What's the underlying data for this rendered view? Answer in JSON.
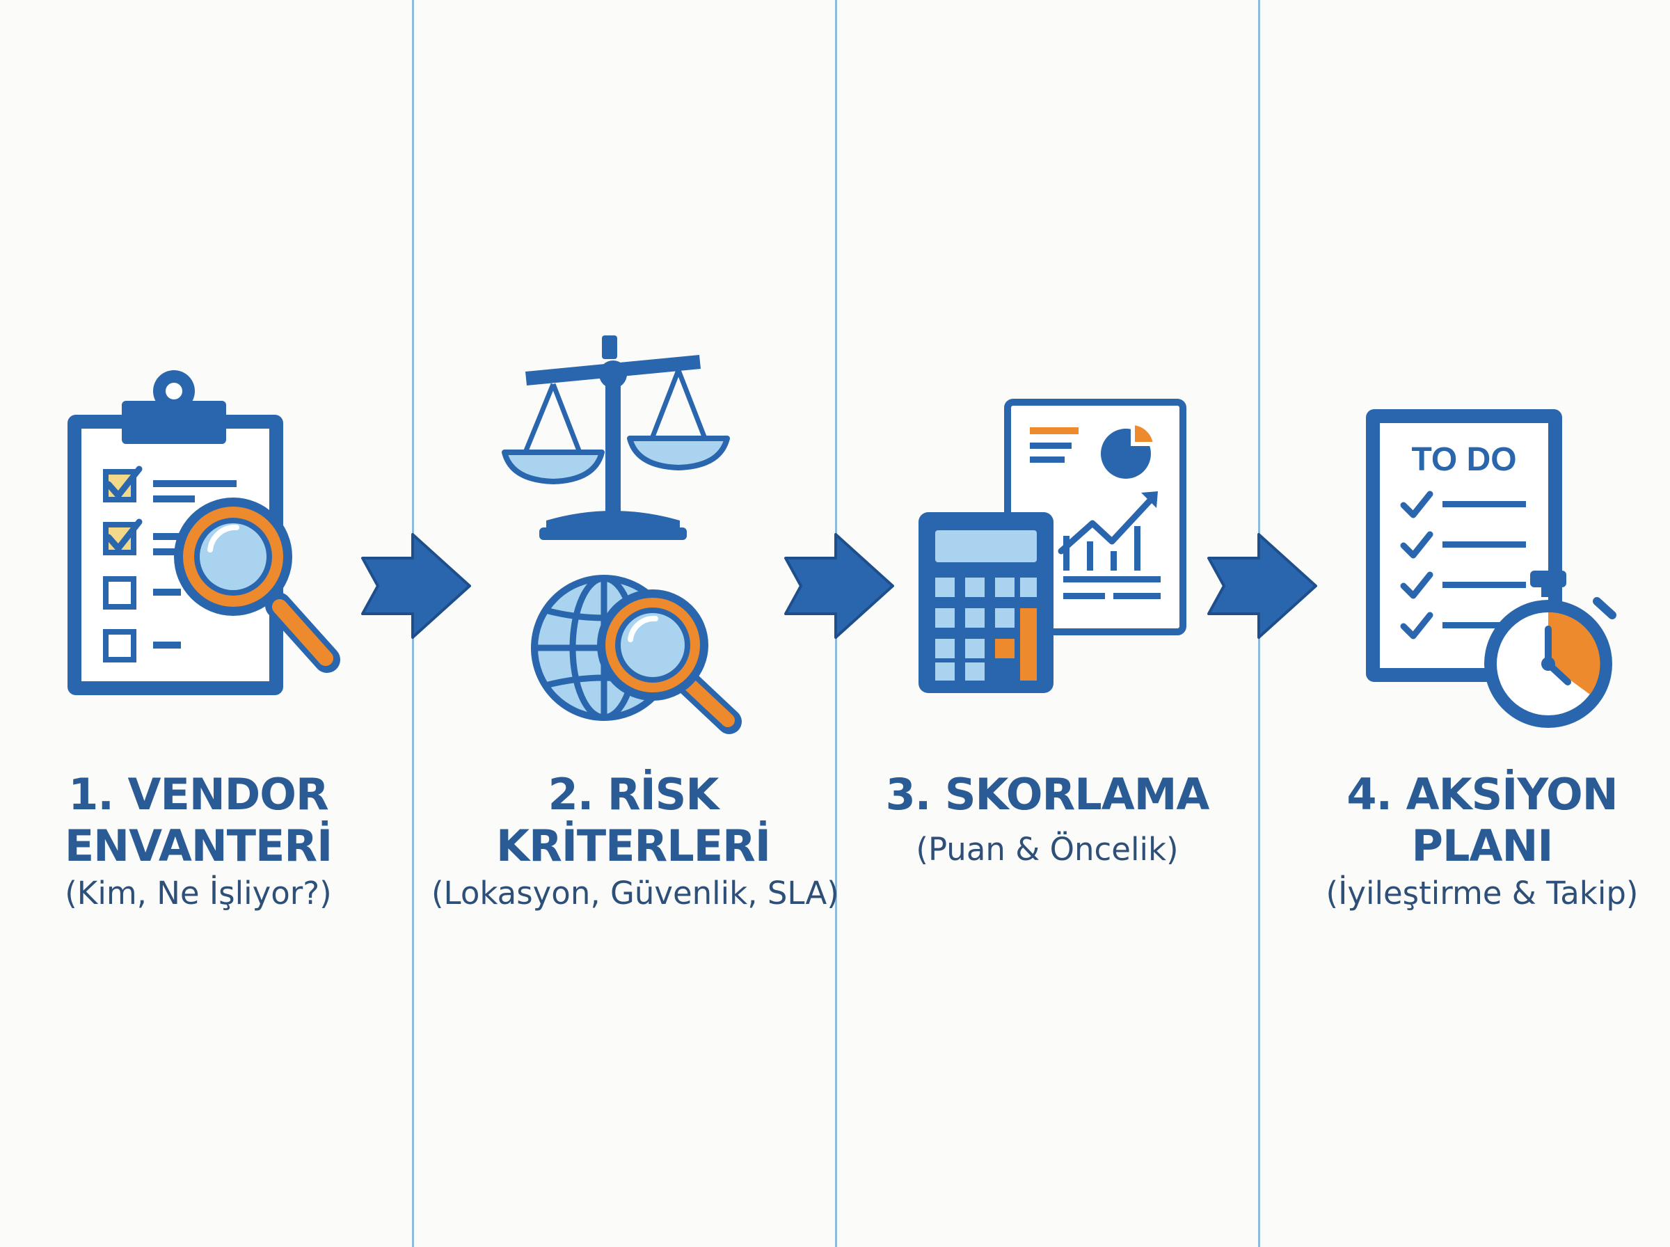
{
  "colors": {
    "primary": "#2a66ad",
    "light": "#a9d3ef",
    "accent": "#ee8a2e",
    "check_fill": "#f2d98a",
    "divider": "#8ebbdc",
    "title": "#2a5b95"
  },
  "steps": [
    {
      "title_line1": "1. VENDOR",
      "title_line2": "ENVANTERİ",
      "subtitle": "(Kim, Ne İşliyor?)",
      "icons": [
        "clipboard-checklist-icon",
        "magnifier-icon"
      ]
    },
    {
      "title_line1": "2. RİSK",
      "title_line2": "KRİTERLERİ",
      "subtitle": "(Lokasyon, Güvenlik, SLA)",
      "icons": [
        "scale-icon",
        "globe-icon",
        "magnifier-icon"
      ]
    },
    {
      "title_line1": "3. SKORLAMA",
      "subtitle": "(Puan & Öncelik)",
      "icons": [
        "calculator-icon",
        "report-chart-icon"
      ]
    },
    {
      "title_line1": "4. AKSİYON",
      "title_line2": "PLANI",
      "subtitle": "(İyileştirme & Takip)",
      "icons": [
        "todo-list-icon",
        "stopwatch-icon"
      ],
      "todo_label": "TO DO"
    }
  ],
  "arrows": [
    "right-arrow-icon",
    "right-arrow-icon",
    "right-arrow-icon"
  ]
}
